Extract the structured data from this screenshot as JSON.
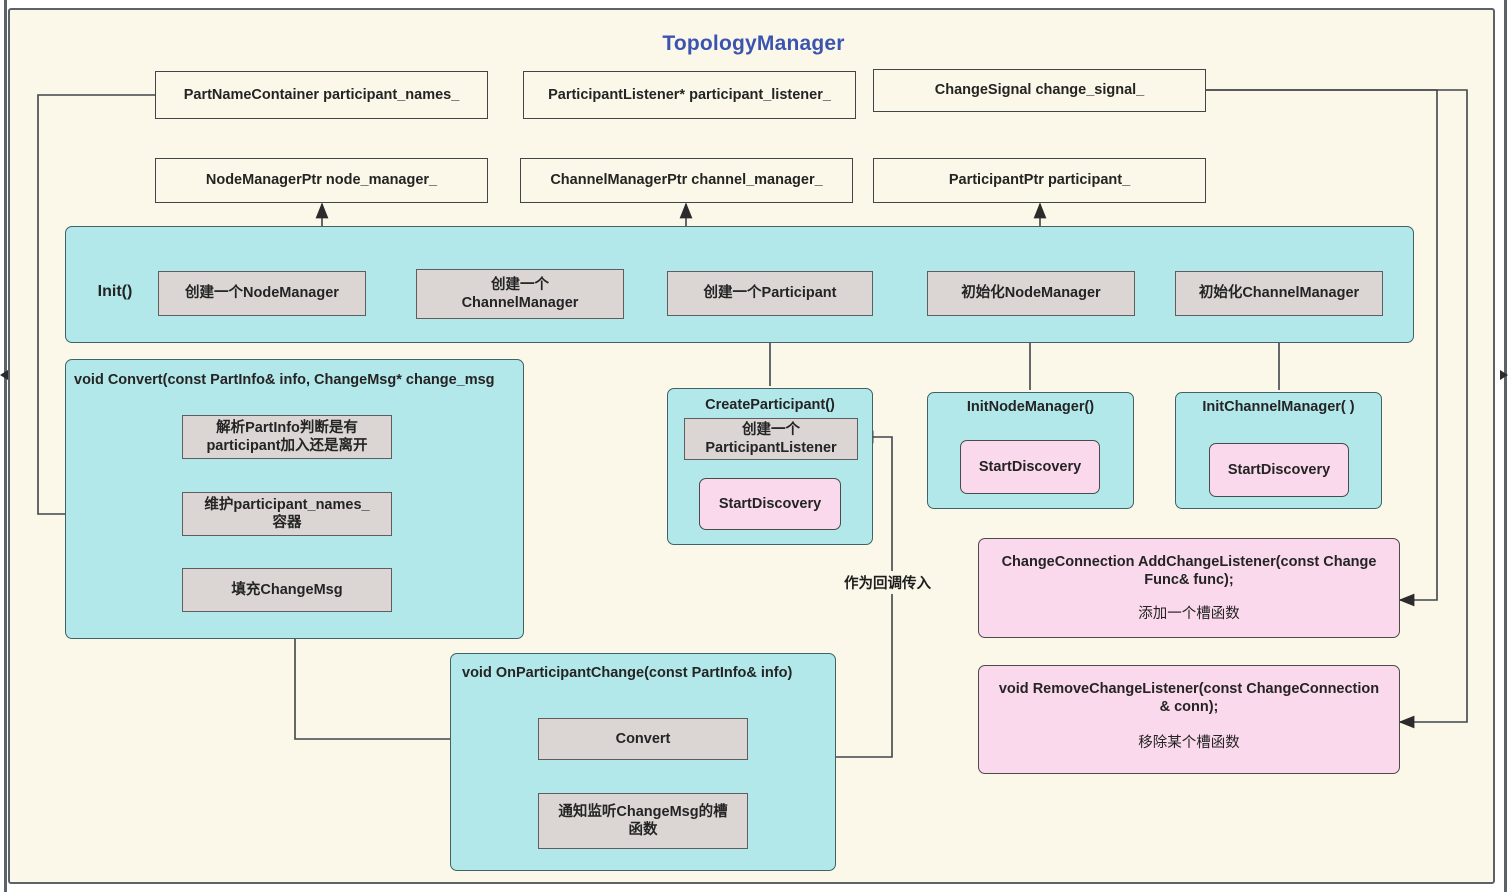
{
  "diagram": {
    "title": "TopologyManager",
    "type": "class-structure-flowchart",
    "colors": {
      "outer_background": "#fbf8e9",
      "outer_border": "#5b6268",
      "title_color": "#3b54b0",
      "group_fill": "#b3e8ea",
      "process_fill": "#dbd6d4",
      "pink_fill": "#fbd9ec",
      "edge_color": "#40454a"
    }
  },
  "members": [
    {
      "id": "participant_names",
      "label": "PartNameContainer participant_names_"
    },
    {
      "id": "participant_listener",
      "label": "ParticipantListener* participant_listener_"
    },
    {
      "id": "change_signal",
      "label": "ChangeSignal change_signal_"
    },
    {
      "id": "node_manager",
      "label": "NodeManagerPtr node_manager_"
    },
    {
      "id": "channel_manager",
      "label": "ChannelManagerPtr channel_manager_"
    },
    {
      "id": "participant",
      "label": "ParticipantPtr participant_"
    }
  ],
  "init_group": {
    "label": "Init()",
    "steps": [
      {
        "id": "create_node_manager",
        "label": "创建一个NodeManager"
      },
      {
        "id": "create_channel_manager",
        "label": "创建一个\nChannelManager"
      },
      {
        "id": "create_participant",
        "label": "创建一个Participant"
      },
      {
        "id": "init_node_manager",
        "label": "初始化NodeManager"
      },
      {
        "id": "init_channel_manager",
        "label": "初始化ChannelManager"
      }
    ]
  },
  "convert_group": {
    "label": "void Convert(const PartInfo& info, ChangeMsg* change_msg",
    "steps": [
      {
        "id": "parse_partinfo",
        "label": "解析PartInfo判断是有\nparticipant加入还是离开"
      },
      {
        "id": "maintain_names",
        "label": "维护participant_names_\n容器"
      },
      {
        "id": "fill_changemsg",
        "label": "填充ChangeMsg"
      }
    ]
  },
  "create_participant_group": {
    "label": "CreateParticipant()",
    "steps": [
      {
        "id": "create_listener",
        "label": "创建一个\nParticipantListener"
      }
    ],
    "pink_steps": [
      {
        "id": "cp_start_discovery",
        "label": "StartDiscovery"
      }
    ]
  },
  "init_node_manager_group": {
    "label": "InitNodeManager()",
    "pink_steps": [
      {
        "id": "inm_start_discovery",
        "label": "StartDiscovery"
      }
    ]
  },
  "init_channel_manager_group": {
    "label": "InitChannelManager( )",
    "pink_steps": [
      {
        "id": "icm_start_discovery",
        "label": "StartDiscovery"
      }
    ]
  },
  "on_participant_change_group": {
    "label": "void OnParticipantChange(const PartInfo& info)",
    "steps": [
      {
        "id": "convert_call",
        "label": "Convert"
      },
      {
        "id": "notify_slots",
        "label": "通知监听ChangeMsg的槽\n函数"
      }
    ]
  },
  "api_boxes": [
    {
      "id": "add_change_listener",
      "signature": "ChangeConnection AddChangeListener(const Change\nFunc& func);",
      "description": "添加一个槽函数"
    },
    {
      "id": "remove_change_listener",
      "signature": "void RemoveChangeListener(const ChangeConnection\n& conn);",
      "description": "移除某个槽函数"
    }
  ],
  "annotations": [
    {
      "id": "callback-note",
      "label": "作为回调传入"
    }
  ]
}
